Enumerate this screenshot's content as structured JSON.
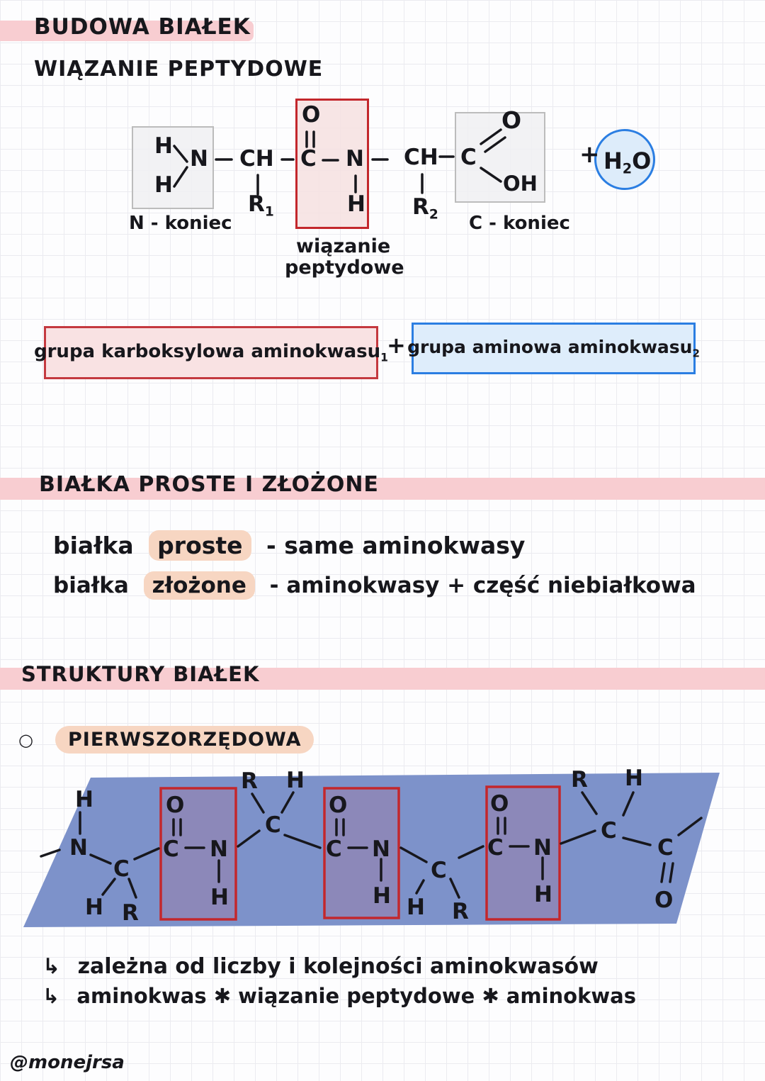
{
  "page": {
    "title": "BUDOWA BIAŁEK",
    "subtitle": "WIĄZANIE PEPTYDOWE",
    "watermark": "@monejrsa"
  },
  "atoms": {
    "h": "H",
    "n": "N",
    "c": "C",
    "o": "O",
    "r": "R",
    "ch": "CH",
    "oh": "OH",
    "plus": "+",
    "sub1": "1",
    "sub2": "2",
    "water_h": "H",
    "water_o": "O"
  },
  "peptide": {
    "n_terminus": "N - koniec",
    "c_terminus": "C - koniec",
    "bond_label_1": "wiązanie",
    "bond_label_2": "peptydowe"
  },
  "groups": {
    "carboxyl": "grupa karboksylowa aminokwasu",
    "carboxyl_sub": "1",
    "plus": "+",
    "amino": "grupa aminowa aminokwasu",
    "amino_sub": "2"
  },
  "sections": {
    "simple_complex": {
      "heading": "BIAŁKA PROSTE I ZŁOŻONE",
      "line1_pre": "białka",
      "line1_hl": "proste",
      "line1_post": "- same aminokwasy",
      "line2_pre": "białka",
      "line2_hl": "złożone",
      "line2_post": "- aminokwasy + część niebiałkowa"
    },
    "structures": {
      "heading": "STRUKTURY BIAŁEK",
      "bullet": "○",
      "item": "PIERWSZORZĘDOWA"
    }
  },
  "notes": {
    "arrow": "↳",
    "line1": "zależna od liczby i kolejności aminokwasów",
    "line2": "aminokwas ✱ wiązanie peptydowe ✱ aminokwas"
  },
  "colors": {
    "highlight_pink": "#f8cdd1",
    "highlight_peach": "#f7d6c2",
    "accent_red": "#c3272c",
    "accent_red_fill": "#f7e3e3",
    "accent_blue": "#2b7ee2",
    "accent_blue_fill": "#ddecfa",
    "banner_blue": "#7d92ca",
    "banner_unit_fill": "#8c88b9",
    "ink": "#17171c"
  }
}
